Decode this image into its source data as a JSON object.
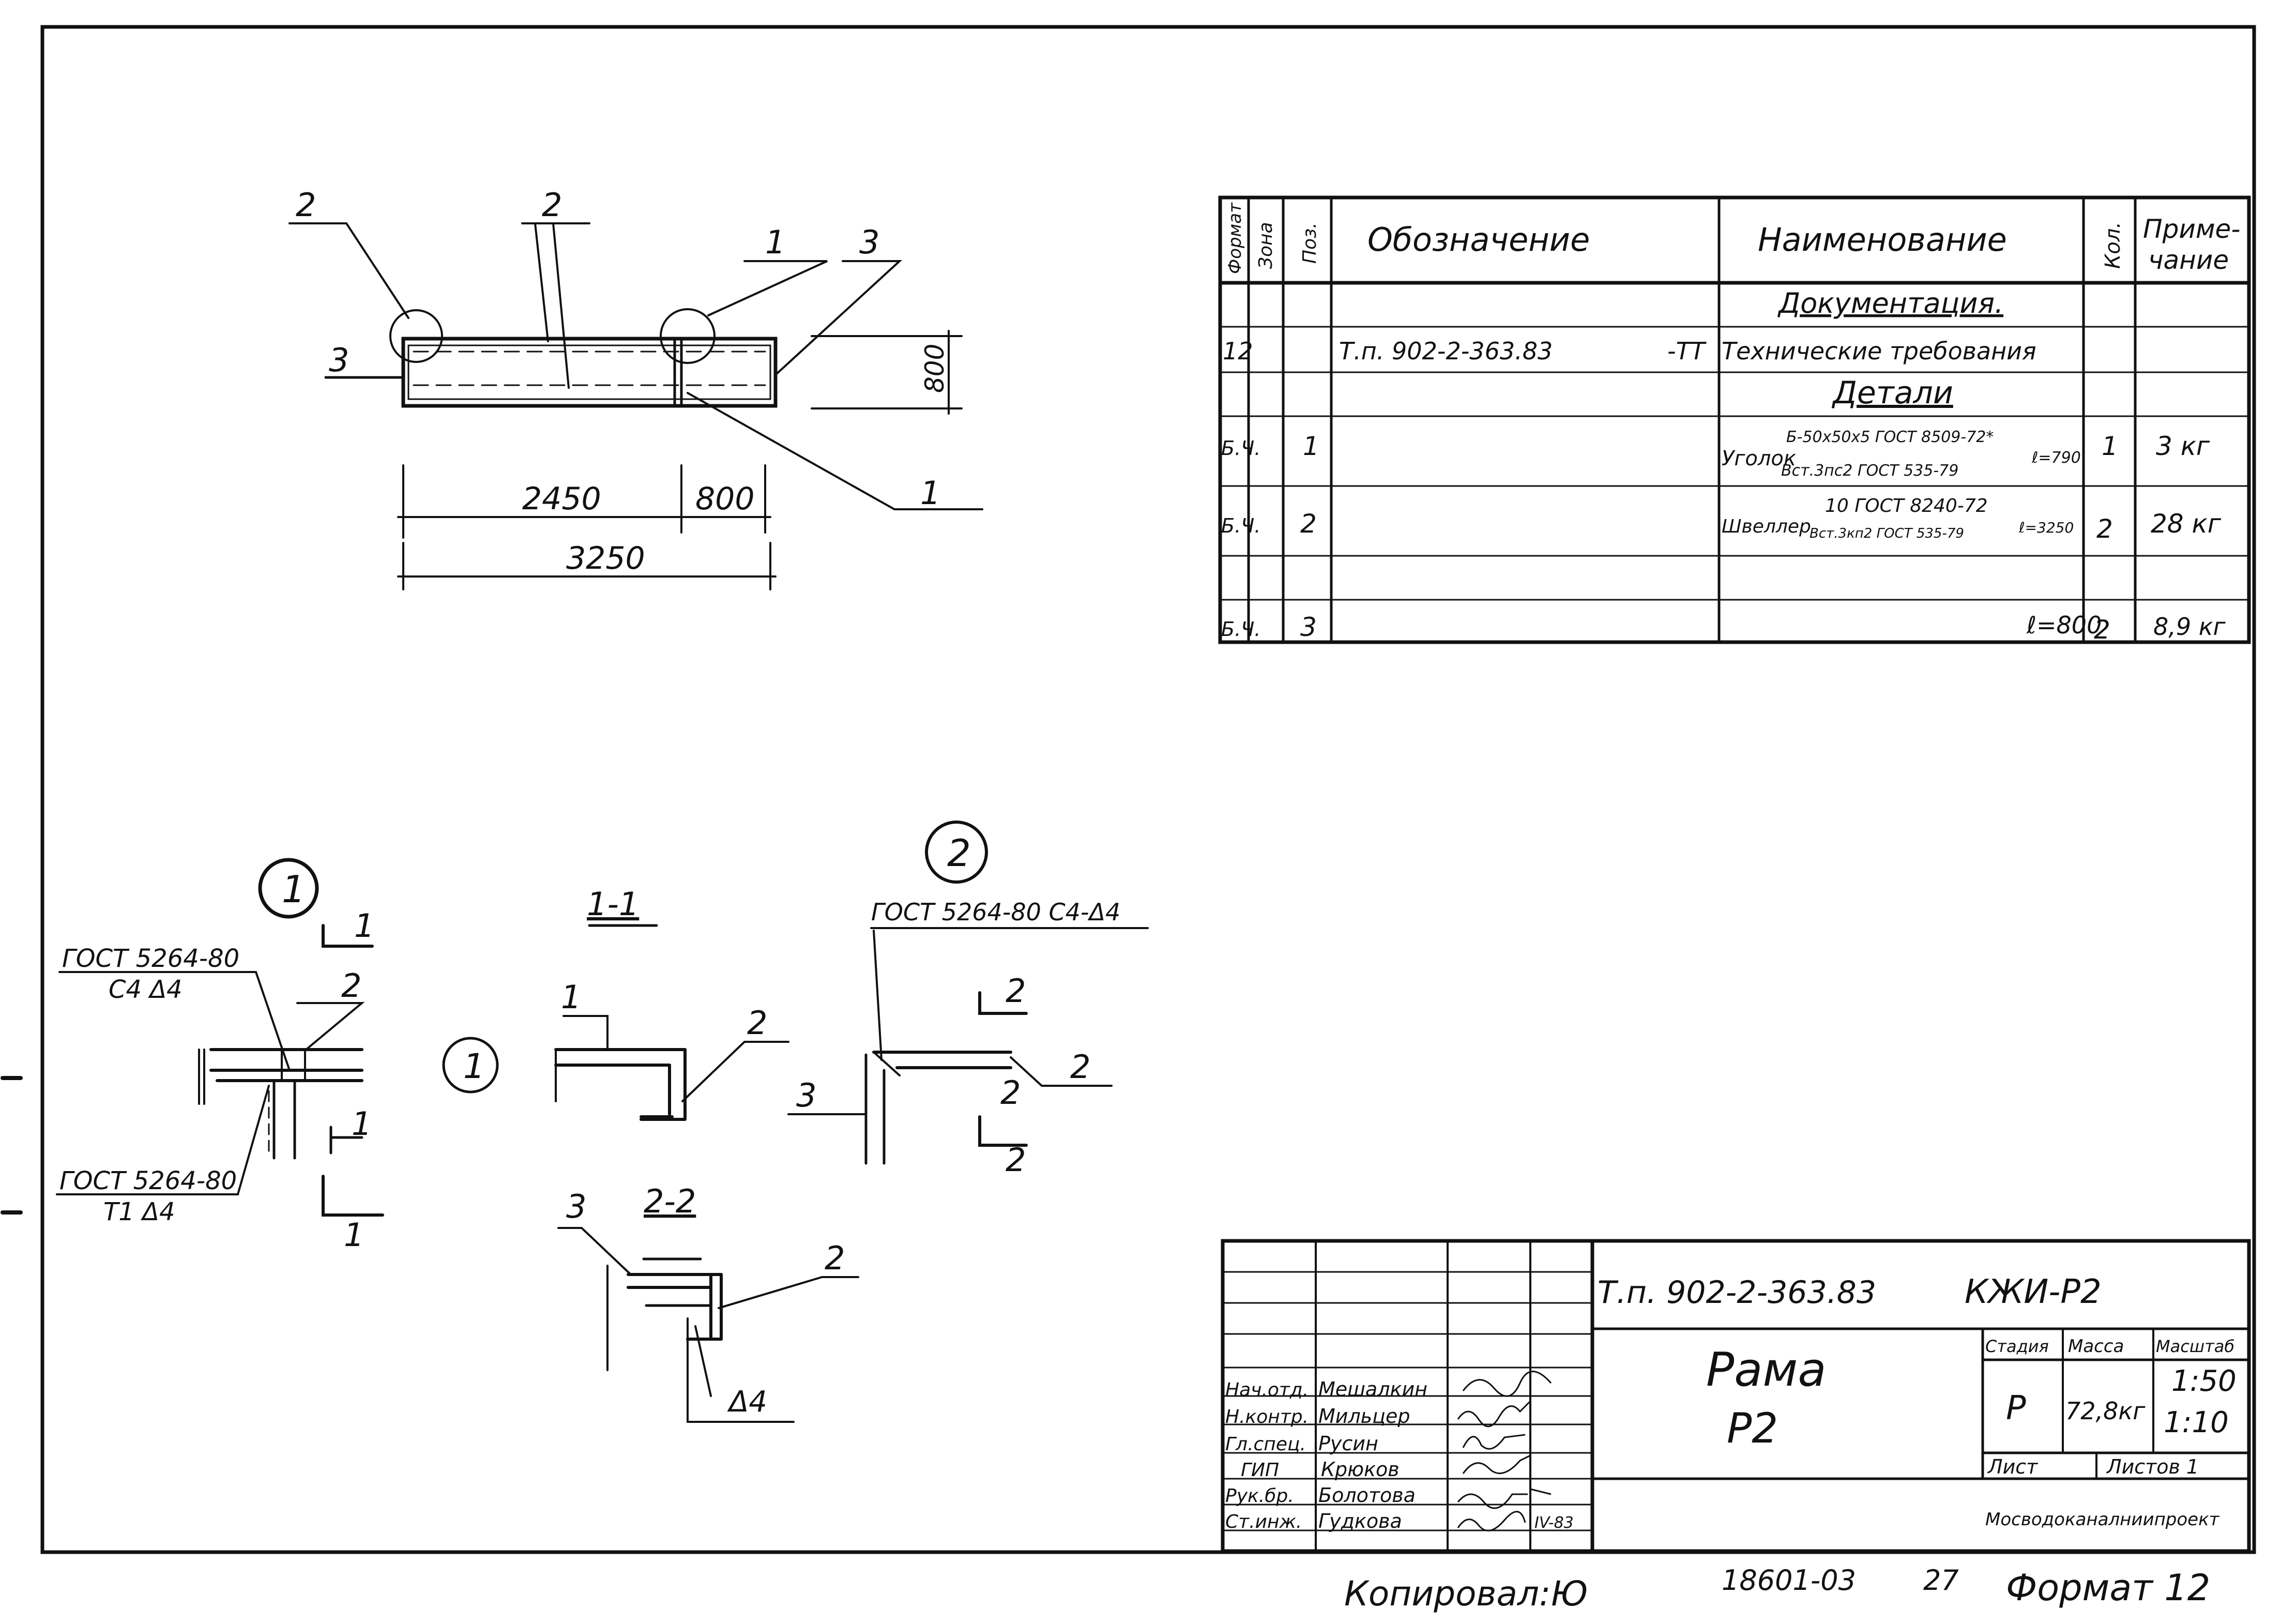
{
  "plan": {
    "leaders": {
      "l2_left": "2",
      "l2_mid": "2",
      "l1_top": "1",
      "l3_right": "3",
      "l3_left": "3",
      "l1_bottom": "1"
    },
    "dims": {
      "d2450": "2450",
      "d800": "800",
      "d3250": "3250",
      "d800_height": "800"
    }
  },
  "spec_table": {
    "headers": {
      "format": "Формат",
      "zone": "Зона",
      "pos": "Поз.",
      "designation": "Обозначение",
      "name": "Наименование",
      "qty": "Кол.",
      "note1": "Приме-",
      "note2": "чание"
    },
    "section_doc": "Документация.",
    "doc_row": {
      "format": "12",
      "designation": "Т.п. 902-2-363.83",
      "suffix": "-ТТ",
      "name": "Технические требования"
    },
    "section_parts": "Детали",
    "rows": [
      {
        "format": "Б.Ч.",
        "pos": "1",
        "name_main": "Уголок",
        "name_top": "Б-50х50х5 ГОСТ 8509-72*",
        "name_bottom": "Вст.3пс2 ГОСТ 535-79",
        "name_len": "ℓ=790",
        "qty": "1",
        "note": "3 кг"
      },
      {
        "format": "Б.Ч.",
        "pos": "2",
        "name_main": "Швеллер",
        "name_top": "10 ГОСТ 8240-72",
        "name_bottom": "Вст.3кп2 ГОСТ 535-79",
        "name_len": "ℓ=3250",
        "qty": "2",
        "note": "28 кг"
      },
      {
        "format": "Б.Ч.",
        "pos": "3",
        "name_len": "ℓ=800",
        "qty": "2",
        "note": "8,9 кг"
      }
    ]
  },
  "node1": {
    "circle_label": "1",
    "gost_top_1": "ГОСТ 5264-80",
    "gost_top_2": "С4 Δ4",
    "gost_bot_1": "ГОСТ 5264-80",
    "gost_bot_2": "Т1 Δ4",
    "cut_top": "1",
    "cut_bottom": "1",
    "label_2": "2"
  },
  "section11": {
    "title": "1-1",
    "label_1": "1",
    "label_2": "2",
    "circle_label": "1"
  },
  "node2": {
    "circle_label": "2",
    "gost": "ГОСТ 5264-80 С4-Δ4",
    "cut_top": "2",
    "cut_bottom": "2",
    "label_2": "2",
    "label_3": "3"
  },
  "section22": {
    "title": "2-2",
    "label_3": "3",
    "label_2": "2",
    "weld": "Δ4"
  },
  "title_block": {
    "code": "Т.п. 902-2-363.83",
    "sheet_code": "КЖИ-Р2",
    "title_1": "Рама",
    "title_2": "Р2",
    "stage_h": "Стадия",
    "mass_h": "Масса",
    "scale_h": "Масштаб",
    "stage": "Р",
    "mass": "72,8кг",
    "scale_1": "1:50",
    "scale_2": "1:10",
    "sheet_h": "Лист",
    "sheets_h": "Листов 1",
    "org": "Мосводоканалниипроект",
    "staff": [
      {
        "role": "Нач.отд.",
        "name": "Мешалкин"
      },
      {
        "role": "Н.контр.",
        "name": "Мильцер"
      },
      {
        "role": "Гл.спец.",
        "name": "Русин"
      },
      {
        "role": "ГИП",
        "name": "Крюков"
      },
      {
        "role": "Рук.бр.",
        "name": "Болотова"
      },
      {
        "role": "Ст.инж.",
        "name": "Гудкова",
        "date": "IV-83"
      }
    ]
  },
  "footer": {
    "copied": "Копировал:",
    "sig": "Ю",
    "inv": "18601-03",
    "num": "27",
    "format": "Формат 12"
  }
}
